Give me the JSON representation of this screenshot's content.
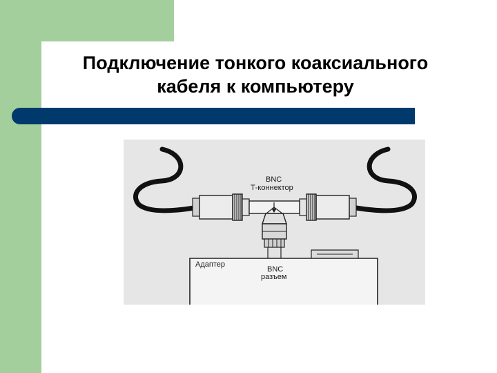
{
  "slide": {
    "title_line1": "Подключение тонкого коаксиального",
    "title_line2": "кабеля к компьютеру"
  },
  "figure": {
    "label_bnc_top": "BNC",
    "label_t_connector": "Т-коннектор",
    "label_adapter": "Адаптер",
    "label_bnc_bottom": "BNC",
    "label_socket": "разъем"
  },
  "colors": {
    "accent_green": "#a3cf9c",
    "rule_blue": "#003a6c",
    "figure_bg": "#e6e6e6"
  }
}
